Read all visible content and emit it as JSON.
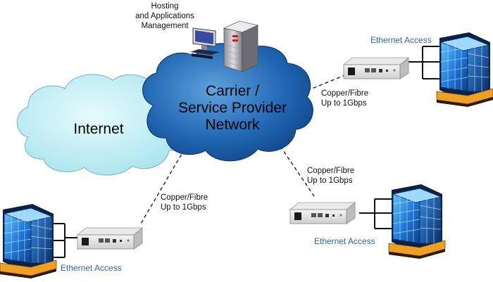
{
  "hosting": {
    "line1": "Hosting",
    "line2": "and Applications",
    "line3": "Management"
  },
  "carrier": {
    "line1": "Carrier /",
    "line2": "Service Provider",
    "line3": "Network"
  },
  "internet": {
    "label": "Internet"
  },
  "sites": [
    {
      "access_label": "Ethernet Access",
      "link_line1": "Copper/Fibre",
      "link_line2": "Up to 1Gbps"
    },
    {
      "access_label": "Ethernet Access",
      "link_line1": "Copper/Fibre",
      "link_line2": "Up to 1Gbps"
    },
    {
      "access_label": "Ethernet Access",
      "link_line1": "Copper/Fibre",
      "link_line2": "Up to 1Gbps"
    }
  ],
  "colors": {
    "carrier_cloud": "#1e5fa8",
    "internet_cloud": "#b8ecf2",
    "access_label": "#2a66b8"
  },
  "icons": [
    "server-tower-icon",
    "workstation-monitor-icon",
    "ethernet-access-device-icon",
    "office-building-icon"
  ]
}
